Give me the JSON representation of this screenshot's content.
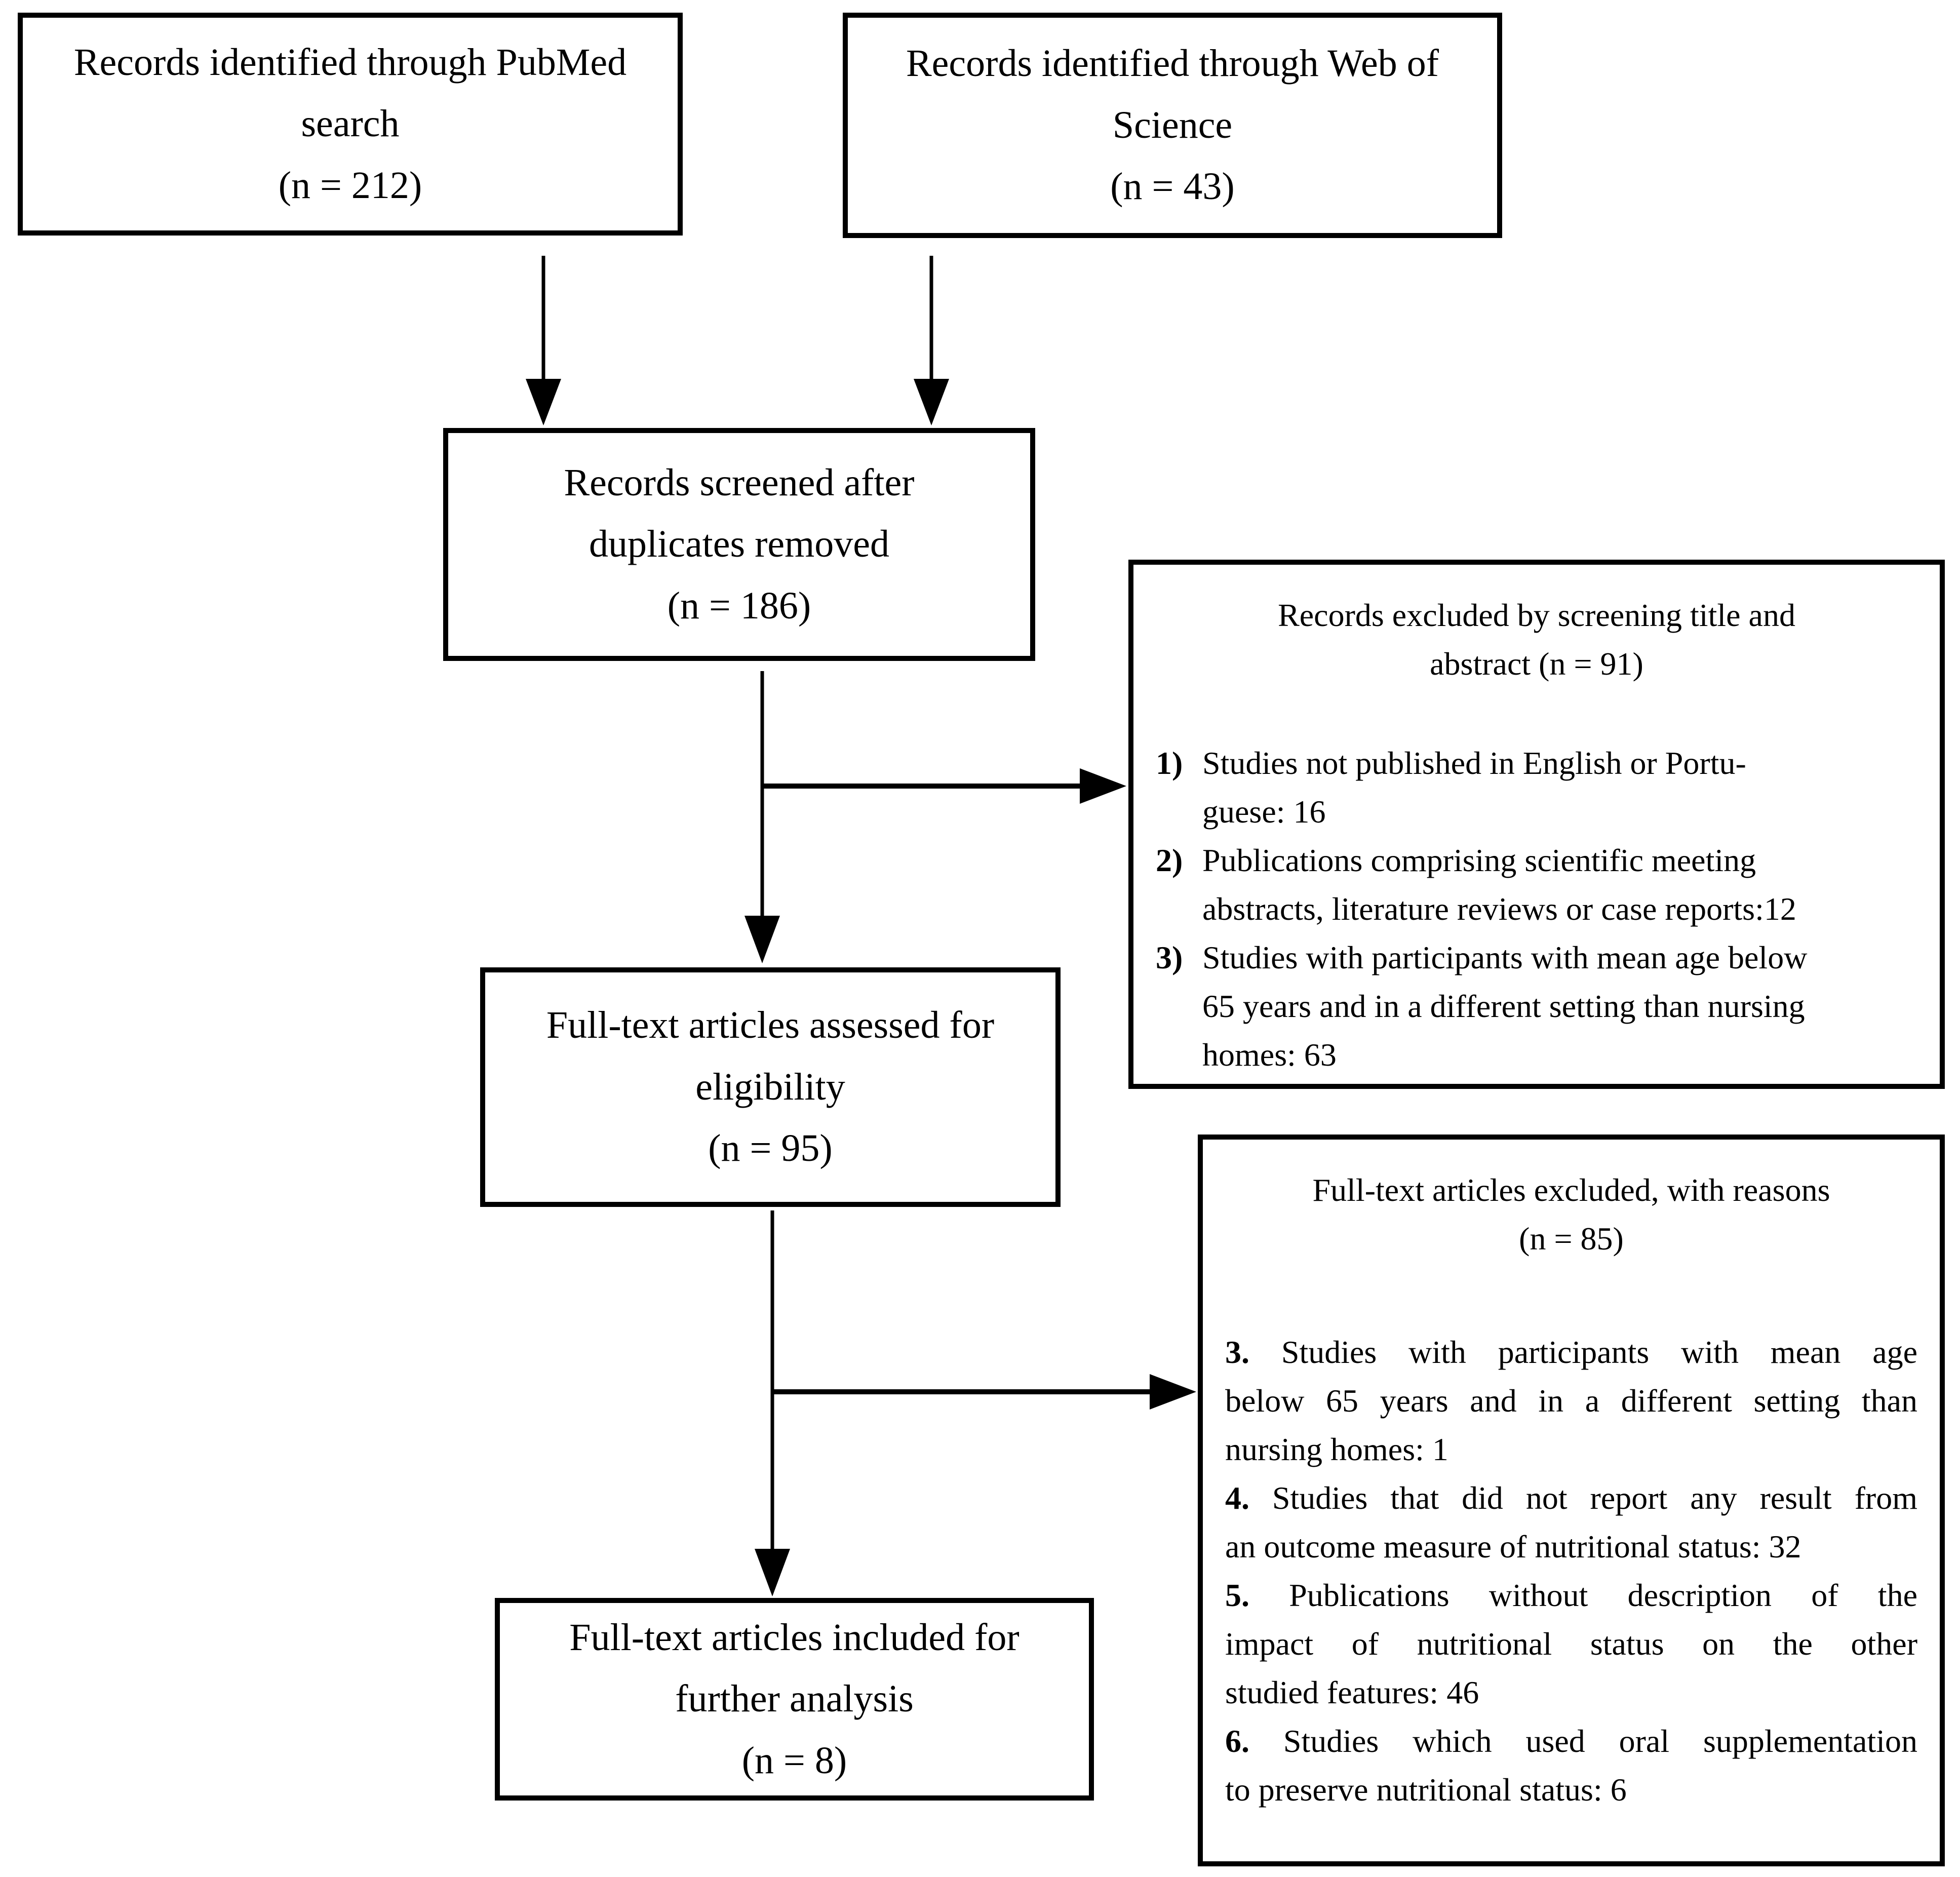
{
  "diagram": {
    "type": "flowchart",
    "colors": {
      "text": "#000000",
      "border": "#000000",
      "background": "#ffffff"
    },
    "boxes": {
      "pubmed": {
        "lines": [
          "Records identified through PubMed",
          "search",
          "(n = 212)"
        ]
      },
      "web_of_science": {
        "lines": [
          "Records identified through Web of",
          "Science",
          "(n = 43)"
        ]
      },
      "screened": {
        "lines": [
          "Records screened after",
          "duplicates removed",
          "(n = 186)"
        ]
      },
      "excluded_screening": {
        "title_lines": [
          "Records excluded by screening title and",
          "abstract (n = 91)"
        ],
        "items": [
          {
            "marker": "1)",
            "lines": [
              "Studies not published in English or Portu-",
              "guese: 16"
            ]
          },
          {
            "marker": "2)",
            "lines": [
              "Publications comprising scientific meeting",
              "abstracts, literature reviews or case reports:12"
            ]
          },
          {
            "marker": "3)",
            "lines": [
              "Studies with participants with mean age below",
              "65 years and in a different setting than nursing",
              "homes: 63"
            ]
          }
        ]
      },
      "eligibility": {
        "lines": [
          "Full-text articles assessed for",
          "eligibility",
          "(n = 95)"
        ]
      },
      "excluded_fulltext": {
        "title_lines": [
          "Full-text articles excluded, with reasons",
          "(n = 85)"
        ],
        "items": [
          {
            "marker": "3.",
            "lines": [
              "Studies with participants with mean age",
              "below 65 years and in a different setting than",
              "nursing homes: 1"
            ]
          },
          {
            "marker": "4.",
            "lines": [
              "Studies that did not report any result from",
              "an outcome measure of nutritional status: 32"
            ]
          },
          {
            "marker": "5.",
            "lines": [
              "Publications without description of the",
              "impact of nutritional status on the other",
              "studied features: 46"
            ]
          },
          {
            "marker": "6.",
            "lines": [
              "Studies which used oral supplementation",
              "to preserve nutritional status: 6"
            ]
          }
        ]
      },
      "included": {
        "lines": [
          "Full-text articles included for",
          "further analysis",
          "(n = 8)"
        ]
      }
    }
  }
}
